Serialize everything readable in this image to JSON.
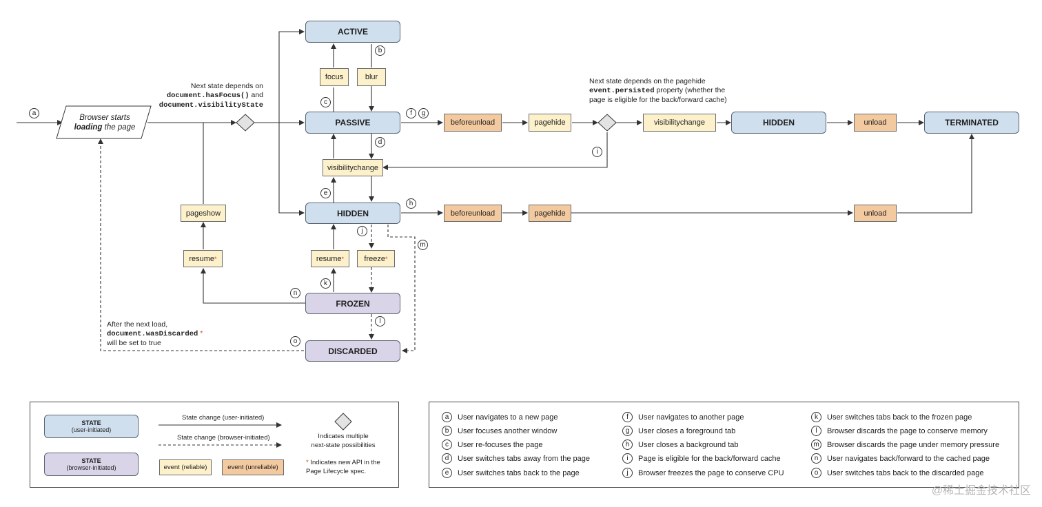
{
  "states": {
    "active": "ACTIVE",
    "passive": "PASSIVE",
    "hidden": "HIDDEN",
    "hidden2": "HIDDEN",
    "terminated": "TERMINATED",
    "frozen": "FROZEN",
    "discarded": "DISCARDED"
  },
  "start": {
    "line1": "Browser starts",
    "line2a": "loading",
    "line2b": " the page"
  },
  "events": {
    "focus": "focus",
    "blur": "blur",
    "visibilitychange_mid": "visibilitychange",
    "beforeunload_top": "beforeunload",
    "pagehide_top": "pagehide",
    "visibilitychange_top": "visibilitychange",
    "unload_top": "unload",
    "beforeunload_bottom": "beforeunload",
    "pagehide_bottom": "pagehide",
    "unload_bottom": "unload",
    "pageshow": "pageshow",
    "resume_left": "resume",
    "resume_mid": "resume",
    "freeze": "freeze",
    "star": "*"
  },
  "notes": {
    "next_state_prefix": "Next state depends on",
    "next_state_code1": "document.hasFocus()",
    "next_state_and": " and",
    "next_state_code2": "document.visibilityState",
    "pagehide_note_1": "Next state depends on the pagehide",
    "pagehide_note_code": "event.persisted",
    "pagehide_note_2": " property (whether the",
    "pagehide_note_3": "page is eligible for the back/forward cache)",
    "after_load_1": "After the next load,",
    "after_load_code": "document.wasDiscarded",
    "after_load_3": "will be set to true"
  },
  "markers": {
    "a": "a",
    "b": "b",
    "c": "c",
    "d": "d",
    "e": "e",
    "f": "f",
    "g": "g",
    "h": "h",
    "i": "i",
    "j": "j",
    "k": "k",
    "l": "l",
    "m": "m",
    "n": "n",
    "o": "o"
  },
  "legend": {
    "state_user": "STATE",
    "state_user_sub": "(user-initiated)",
    "state_browser": "STATE",
    "state_browser_sub": "(browser-initiated)",
    "change_user": "State change (user-initiated)",
    "change_browser": "State change (browser-initiated)",
    "diamond_text_1": "Indicates multiple",
    "diamond_text_2": "next-state possibilities",
    "event_reliable": "event (reliable)",
    "event_unreliable": "event (unreliable)",
    "new_api_1": "Indicates new API in the",
    "new_api_2": "Page Lifecycle spec."
  },
  "key": [
    {
      "m": "a",
      "text": "User navigates to a new page"
    },
    {
      "m": "b",
      "text": "User focuses another window"
    },
    {
      "m": "c",
      "text": "User re-focuses the page"
    },
    {
      "m": "d",
      "text": "User switches tabs away from the page"
    },
    {
      "m": "e",
      "text": "User switches tabs back to the page"
    },
    {
      "m": "f",
      "text": "User navigates to another page"
    },
    {
      "m": "g",
      "text": "User closes a foreground tab"
    },
    {
      "m": "h",
      "text": "User closes a background tab"
    },
    {
      "m": "i",
      "text": "Page is eligible for the back/forward cache"
    },
    {
      "m": "j",
      "text": "Browser freezes the page to conserve CPU"
    },
    {
      "m": "k",
      "text": "User switches tabs back to the frozen page"
    },
    {
      "m": "l",
      "text": "Browser discards the page to conserve memory"
    },
    {
      "m": "m",
      "text": "Browser discards the page under memory pressure"
    },
    {
      "m": "n",
      "text": "User navigates back/forward to the cached page"
    },
    {
      "m": "o",
      "text": "User switches tabs back to the discarded page"
    }
  ],
  "watermark": "@稀土掘金技术社区",
  "colors": {
    "state_user": "#cfdfee",
    "state_browser": "#d9d4e8",
    "event_reliable": "#fdf1cc",
    "event_unreliable": "#f3c9a0",
    "new_api_star": "#d9452b"
  }
}
